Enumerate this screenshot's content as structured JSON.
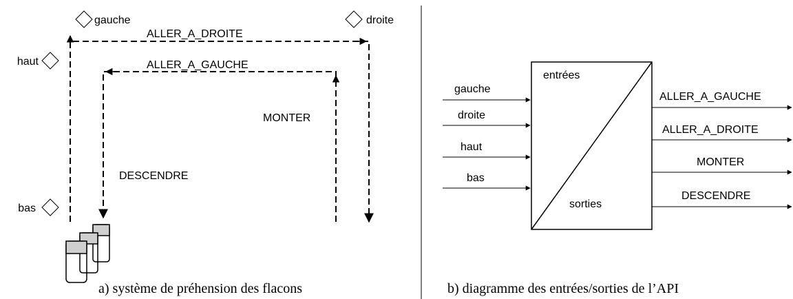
{
  "left_panel": {
    "sensors": {
      "gauche": "gauche",
      "droite": "droite",
      "haut": "haut",
      "bas": "bas"
    },
    "moves": {
      "aller_a_droite": "ALLER_A_DROITE",
      "aller_a_gauche": "ALLER_A_GAUCHE",
      "monter": "MONTER",
      "descendre": "DESCENDRE"
    },
    "caption": "a) système de préhension des flacons"
  },
  "right_panel": {
    "inputs": [
      "gauche",
      "droite",
      "haut",
      "bas"
    ],
    "block": {
      "top_label": "entrées",
      "bottom_label": "sorties"
    },
    "outputs": [
      "ALLER_A_GAUCHE",
      "ALLER_A_DROITE",
      "MONTER",
      "DESCENDRE"
    ],
    "caption": "b) diagramme des entrées/sorties de l’API"
  }
}
